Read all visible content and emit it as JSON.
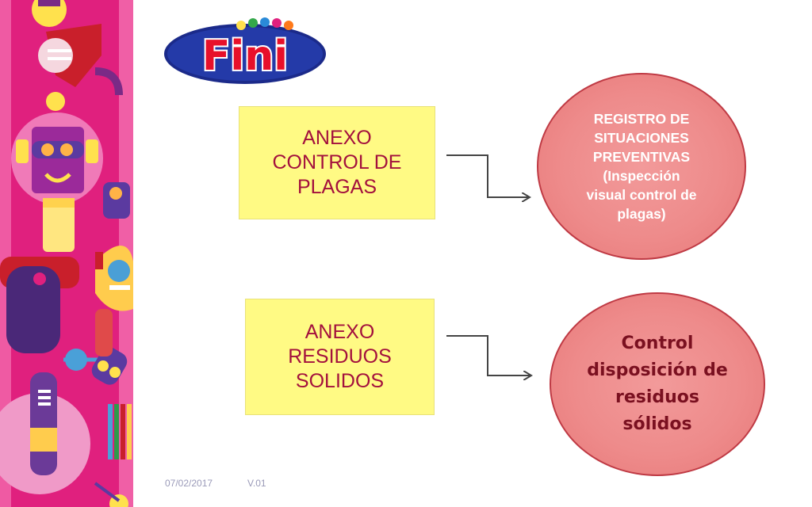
{
  "brand": {
    "logo_text": "Fini"
  },
  "boxes": [
    {
      "lines": [
        "ANEXO",
        "CONTROL DE",
        "PLAGAS"
      ]
    },
    {
      "lines": [
        "ANEXO",
        "RESIDUOS",
        "SOLIDOS"
      ]
    }
  ],
  "ellipses": [
    {
      "lines": [
        "REGISTRO DE",
        "SITUACIONES",
        "PREVENTIVAS",
        "(Inspección",
        "visual control de",
        "plagas)"
      ]
    },
    {
      "lines": [
        "Control",
        "disposición de",
        "residuos",
        "sólidos"
      ]
    }
  ],
  "footer": {
    "date": "07/02/2017",
    "version": "V.01"
  },
  "colors": {
    "box_fill": "#fffa84",
    "box_text": "#a3103d",
    "ellipse_fill": "#ee8b8b",
    "ellipse_border": "#bf3a44",
    "side_magenta": "#e0207e"
  }
}
